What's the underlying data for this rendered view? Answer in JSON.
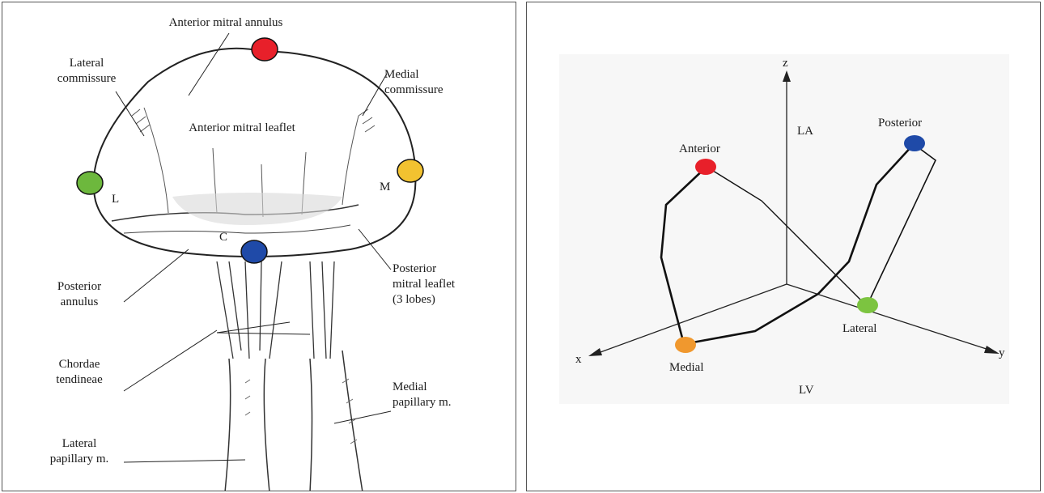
{
  "left_panel": {
    "labels": {
      "anterior_annulus": "Anterior mitral annulus",
      "lateral_commissure": [
        "Lateral",
        "commissure"
      ],
      "medial_commissure": [
        "Medial",
        "commissure"
      ],
      "anterior_leaflet": "Anterior mitral leaflet",
      "marker_l": "L",
      "marker_m": "M",
      "marker_c": "C",
      "posterior_annulus": [
        "Posterior",
        "annulus"
      ],
      "posterior_leaflet": [
        "Posterior",
        "mitral leaflet",
        "(3 lobes)"
      ],
      "chordae": [
        "Chordae",
        "tendineae"
      ],
      "medial_papillary": [
        "Medial",
        "papillary m."
      ],
      "lateral_papillary": [
        "Lateral",
        "papillary m."
      ]
    },
    "marker_colors": {
      "anterior": "#e8202a",
      "lateral": "#6db83d",
      "medial": "#f2c230",
      "posterior": "#1f4aa8"
    }
  },
  "right_panel": {
    "axes": {
      "x": "x",
      "y": "y",
      "z": "z"
    },
    "regions": {
      "top": "LA",
      "bottom": "LV"
    },
    "points": {
      "anterior": "Anterior",
      "posterior": "Posterior",
      "lateral": "Lateral",
      "medial": "Medial"
    },
    "point_colors": {
      "anterior": "#e8202a",
      "posterior": "#1f4aa8",
      "lateral": "#7cc440",
      "medial": "#f0982e"
    }
  }
}
